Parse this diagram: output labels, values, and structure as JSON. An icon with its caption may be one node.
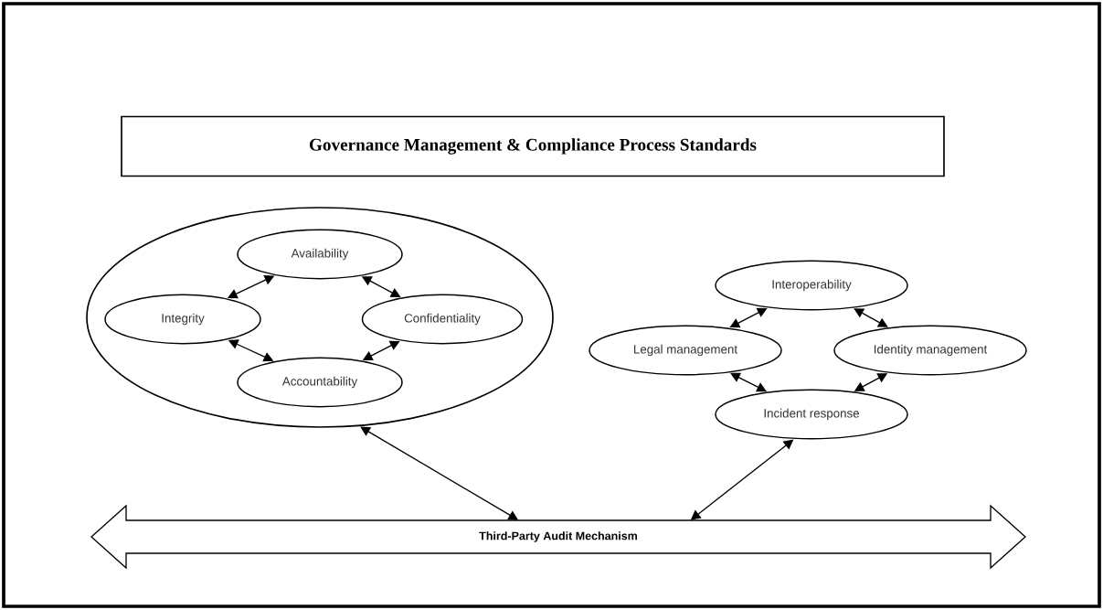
{
  "diagram": {
    "nodes": [
      {
        "text": [
          "Governance Management & Compliance Process Standards"
        ]
      },
      {
        "text": [],
        "shape": "ellipse"
      },
      {
        "text": [
          "Availability"
        ],
        "in": 1
      },
      {
        "text": [
          "Integrity"
        ],
        "in": 1
      },
      {
        "text": [
          "Confidentiality"
        ],
        "in": 1
      },
      {
        "text": [
          "Accountability"
        ],
        "in": 1
      },
      {
        "text": [
          "Interoperability"
        ]
      },
      {
        "text": [
          "Legal management"
        ]
      },
      {
        "text": [
          "Identity management"
        ]
      },
      {
        "text": [
          "Incident response"
        ]
      },
      {
        "text": [
          "Third-Party Audit Mechanism"
        ]
      }
    ],
    "edges": [
      {
        "from": 3,
        "to": 2,
        "arrow": "both"
      },
      {
        "from": 2,
        "to": 4,
        "arrow": "both"
      },
      {
        "from": 3,
        "to": 5,
        "arrow": "both"
      },
      {
        "from": 4,
        "to": 5,
        "arrow": "both"
      },
      {
        "from": 7,
        "to": 6,
        "arrow": "both"
      },
      {
        "from": 6,
        "to": 8,
        "arrow": "both"
      },
      {
        "from": 7,
        "to": 9,
        "arrow": "both"
      },
      {
        "from": 8,
        "to": 9,
        "arrow": "both"
      },
      {
        "from": 1,
        "to": 10,
        "arrow": "both"
      },
      {
        "from": 9,
        "to": 10,
        "arrow": "both"
      }
    ]
  }
}
